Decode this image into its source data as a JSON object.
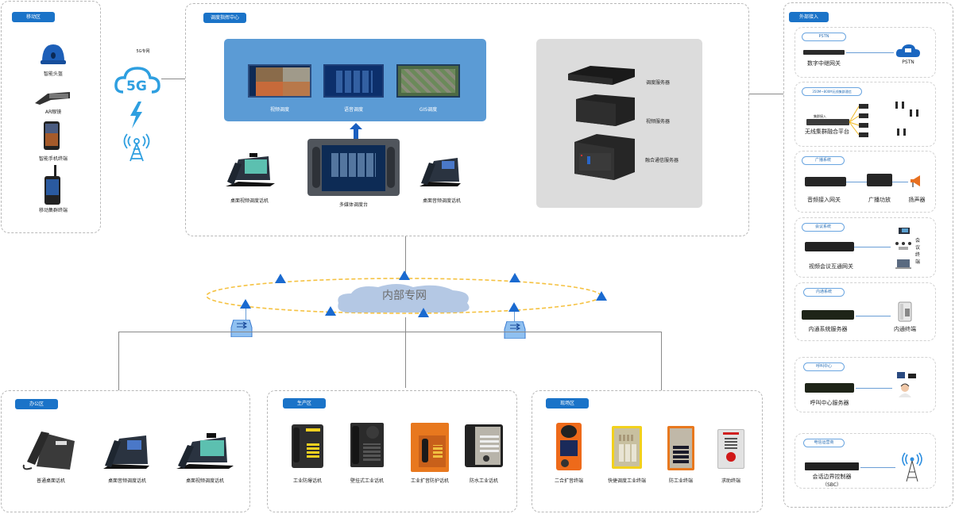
{
  "mobile_zone": {
    "title": "移动区",
    "devices": [
      {
        "icon": "smart-helmet-icon",
        "label": "智能头盔"
      },
      {
        "icon": "ar-glasses-icon",
        "label": "AR眼镜"
      },
      {
        "icon": "smartphone-icon",
        "label": "智能手机终端"
      },
      {
        "icon": "handheld-radio-icon",
        "label": "移动集群终端"
      }
    ]
  },
  "network_5g": {
    "label": "5G专网",
    "cloud_text": "5G"
  },
  "dispatch_center": {
    "title": "调度指挥中心",
    "screens": [
      {
        "label": "视频调度"
      },
      {
        "label": "语音调度"
      },
      {
        "label": "GIS调度"
      }
    ],
    "consoles": [
      {
        "label": "桌面视频调度话机"
      },
      {
        "label": "多媒体调度台"
      },
      {
        "label": "桌面音频调度话机"
      }
    ],
    "servers": [
      {
        "label": "调度服务器"
      },
      {
        "label": "视频服务器"
      },
      {
        "label": "融合通信服务器"
      }
    ]
  },
  "internal_network": {
    "label": "内部专网"
  },
  "external_access": {
    "title": "外部接入",
    "sections": [
      {
        "tag": "PSTN",
        "items": [
          {
            "label": "数字中继网关"
          },
          {
            "label": "PSTN"
          }
        ]
      },
      {
        "tag": "350M~800M无线集群通信",
        "items": [
          {
            "label": "集群接入"
          },
          {
            "label": "无线集群融合平台"
          }
        ]
      },
      {
        "tag": "广播系统",
        "items": [
          {
            "label": "音频接入网关"
          },
          {
            "label": "广播功放"
          },
          {
            "label": "扬声器"
          }
        ]
      },
      {
        "tag": "会议系统",
        "items": [
          {
            "label": "视频会议互通网关"
          },
          {
            "label": "会议终端"
          }
        ]
      },
      {
        "tag": "内通系统",
        "items": [
          {
            "label": "内通系统服务器"
          },
          {
            "label": "内通终端"
          }
        ]
      },
      {
        "tag": "呼叫中心",
        "items": [
          {
            "label": "呼叫中心服务器"
          }
        ]
      },
      {
        "tag": "电信运营商",
        "items": [
          {
            "label": "会话边界控制器"
          },
          {
            "label": "（SBC）"
          }
        ]
      }
    ]
  },
  "office_zone": {
    "title": "办公区",
    "devices": [
      {
        "label": "普通桌面话机"
      },
      {
        "label": "桌面音频调度话机"
      },
      {
        "label": "桌面视频调度话机"
      }
    ]
  },
  "production_zone": {
    "title": "生产区",
    "devices": [
      {
        "label": "工业防爆话机"
      },
      {
        "label": "壁挂式工业话机"
      },
      {
        "label": "工业扩音防护话机"
      },
      {
        "label": "防水工业话机"
      }
    ]
  },
  "field_zone": {
    "title": "现场区",
    "devices": [
      {
        "label": "二合扩音终端"
      },
      {
        "label": "快捷调度工业终端"
      },
      {
        "label": "防工业终端"
      },
      {
        "label": "求助终端"
      }
    ]
  },
  "colors": {
    "accent": "#1a73c8",
    "panel_blue": "#5b9bd5",
    "ring": "#f5c242",
    "cloud": "#b4c8e4"
  }
}
